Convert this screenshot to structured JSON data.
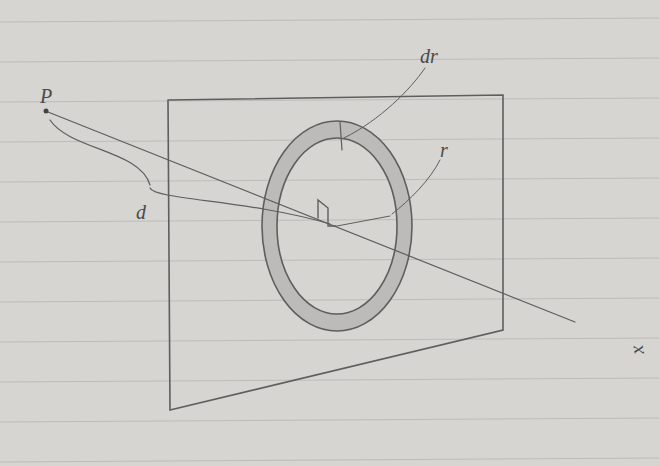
{
  "diagram": {
    "labels": [
      "P",
      "d",
      "dr",
      "r",
      "x"
    ]
  }
}
